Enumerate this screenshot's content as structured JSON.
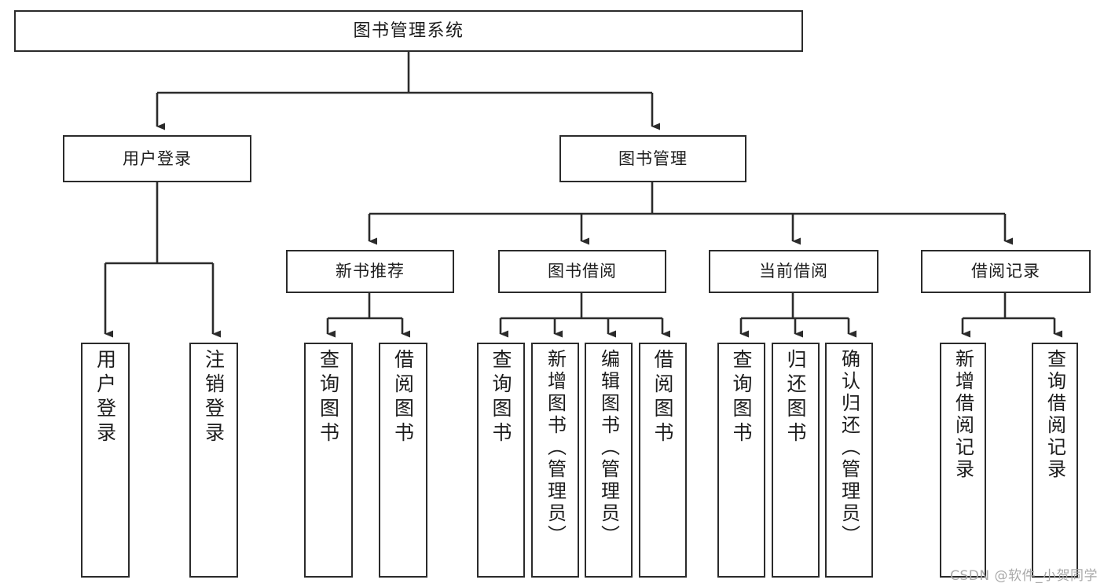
{
  "diagram": {
    "title": "图书管理系统",
    "type": "tree-hierarchy-chart",
    "root": {
      "label": "图书管理系统"
    },
    "level2": [
      {
        "label": "用户登录"
      },
      {
        "label": "图书管理"
      }
    ],
    "level3": [
      {
        "label": "新书推荐"
      },
      {
        "label": "图书借阅"
      },
      {
        "label": "当前借阅"
      },
      {
        "label": "借阅记录"
      }
    ],
    "leaves": {
      "user_login": [
        {
          "label": "用户登录"
        },
        {
          "label": "注销登录"
        }
      ],
      "new_book_recommend": [
        {
          "label": "查询图书"
        },
        {
          "label": "借阅图书"
        }
      ],
      "book_borrow": [
        {
          "label": "查询图书"
        },
        {
          "label": "新增图书（管理员）"
        },
        {
          "label": "编辑图书（管理员）"
        },
        {
          "label": "借阅图书"
        }
      ],
      "current_borrow": [
        {
          "label": "查询图书"
        },
        {
          "label": "归还图书"
        },
        {
          "label": "确认归还（管理员）"
        }
      ],
      "borrow_record": [
        {
          "label": "新增借阅记录"
        },
        {
          "label": "查询借阅记录"
        }
      ]
    }
  },
  "watermark": {
    "text": "CSDN @软件_小贺同学"
  },
  "colors": {
    "stroke": "#2b2b2b",
    "fill": "#ffffff",
    "text": "#1c1c1c",
    "watermark": "#a9a9a9"
  }
}
